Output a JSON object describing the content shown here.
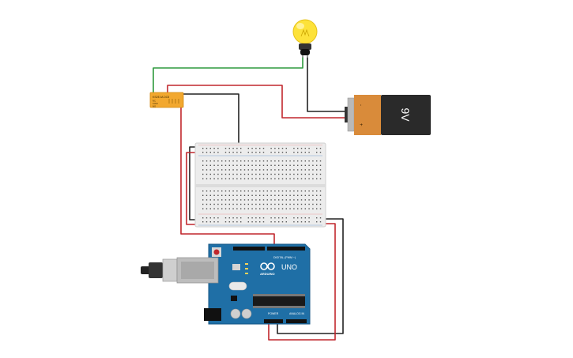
{
  "components": {
    "relay": {
      "label": "KS2E-M-DC5",
      "pins": [
        "NC",
        "COM",
        "NO"
      ]
    },
    "battery": {
      "label": "9V",
      "minus": "-",
      "plus": "+"
    },
    "arduino": {
      "logo_text": "ARDUINO",
      "model": "UNO",
      "digital_label": "DIGITAL (PWM ~)",
      "power_label": "POWER",
      "analog_label": "ANALOG IN"
    }
  },
  "colors": {
    "wire_red": "#c1272d",
    "wire_black": "#222222",
    "wire_green": "#2e9a3e",
    "arduino_blue": "#1f6fa6",
    "relay_orange": "#f2a82f",
    "battery_copper": "#d98b3a",
    "bulb_yellow": "#fde23a"
  }
}
